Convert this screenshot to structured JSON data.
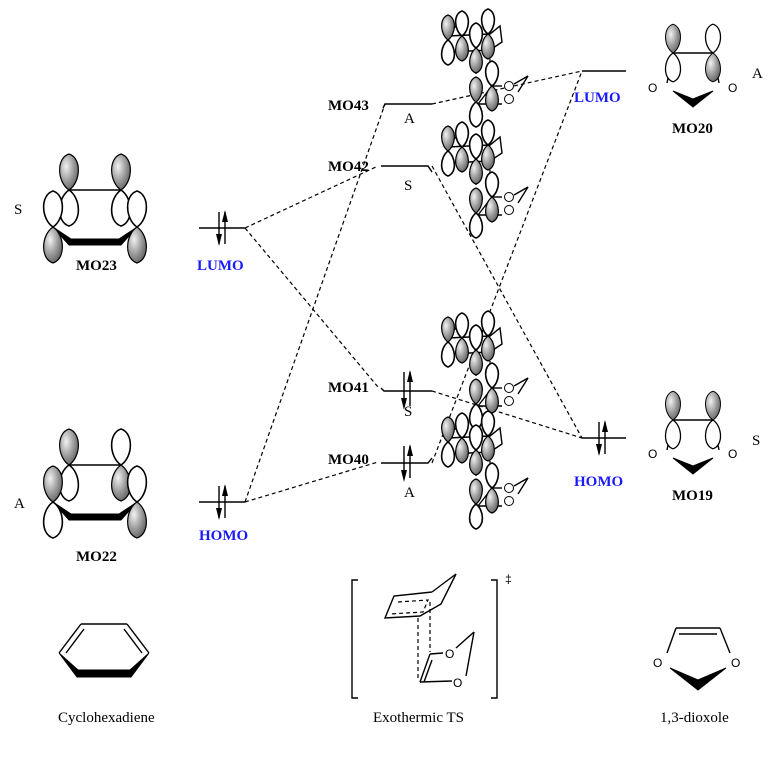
{
  "diagram": {
    "type": "frontier molecular orbital correlation diagram",
    "colors": {
      "frontier_label": "#1a1aff",
      "text": "#000000",
      "lobe_shaded": "#8a8a8a"
    },
    "left_fragment": {
      "lumo": {
        "name": "MO23",
        "symmetry": "S",
        "role": "LUMO"
      },
      "homo": {
        "name": "MO22",
        "symmetry": "A",
        "role": "HOMO"
      },
      "caption": "Cyclohexadiene"
    },
    "transition_state": {
      "levels": [
        {
          "name": "MO43",
          "symmetry": "A",
          "occupied": false
        },
        {
          "name": "MO42",
          "symmetry": "S",
          "occupied": false
        },
        {
          "name": "MO41",
          "symmetry": "S",
          "occupied": true
        },
        {
          "name": "MO40",
          "symmetry": "A",
          "occupied": true
        }
      ],
      "caption": "Exothermic TS",
      "bracket_mark": "‡",
      "atoms": [
        "O",
        "O"
      ]
    },
    "right_fragment": {
      "lumo": {
        "name": "MO20",
        "symmetry": "A",
        "role": "LUMO"
      },
      "homo": {
        "name": "MO19",
        "symmetry": "S",
        "role": "HOMO"
      },
      "caption": "1,3-dioxole",
      "atoms": [
        "O",
        "O"
      ]
    }
  }
}
